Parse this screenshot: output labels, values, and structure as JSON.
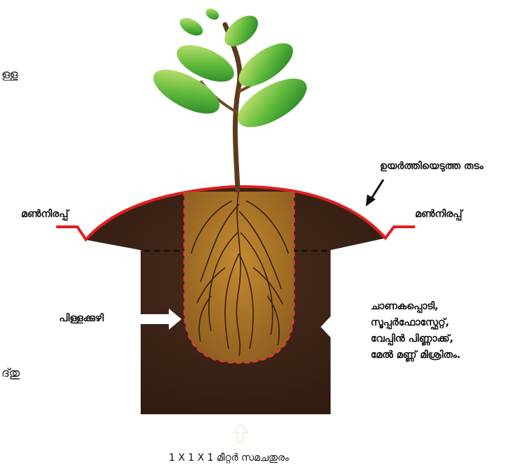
{
  "labels": {
    "raised_mound": "ഉയർത്തിയെടുത്ത തടം",
    "soil_ridge_left": "മൺനിരപ്പ്",
    "soil_ridge_right": "മൺനിരപ്പ്",
    "planting_pit": "പിള്ളക്കുഴി",
    "mixture_line1": "ചാണകപ്പൊടി,",
    "mixture_line2": "സൂപ്പർഫോസ്ഫേറ്റ്,",
    "mixture_line3": "വേപ്പിൻ പിണ്ണാക്ക്,",
    "mixture_line4": "മേൽ മണ്ണ് മിശ്രിതം.",
    "pit_size": "1 X 1 X 1 മീറ്റർ സമചതുരം"
  },
  "cropped_text": {
    "top_left": "ള്ള",
    "bottom_left": "ദ്തു"
  },
  "colors": {
    "soil": "#3b2418",
    "mound_outline": "#e01f1f",
    "pit_fill": "#b07a2a",
    "leaf": "#3aa12e",
    "leaf_light": "#c9e36a",
    "stem": "#5c3b1c",
    "root": "#2a1608"
  }
}
